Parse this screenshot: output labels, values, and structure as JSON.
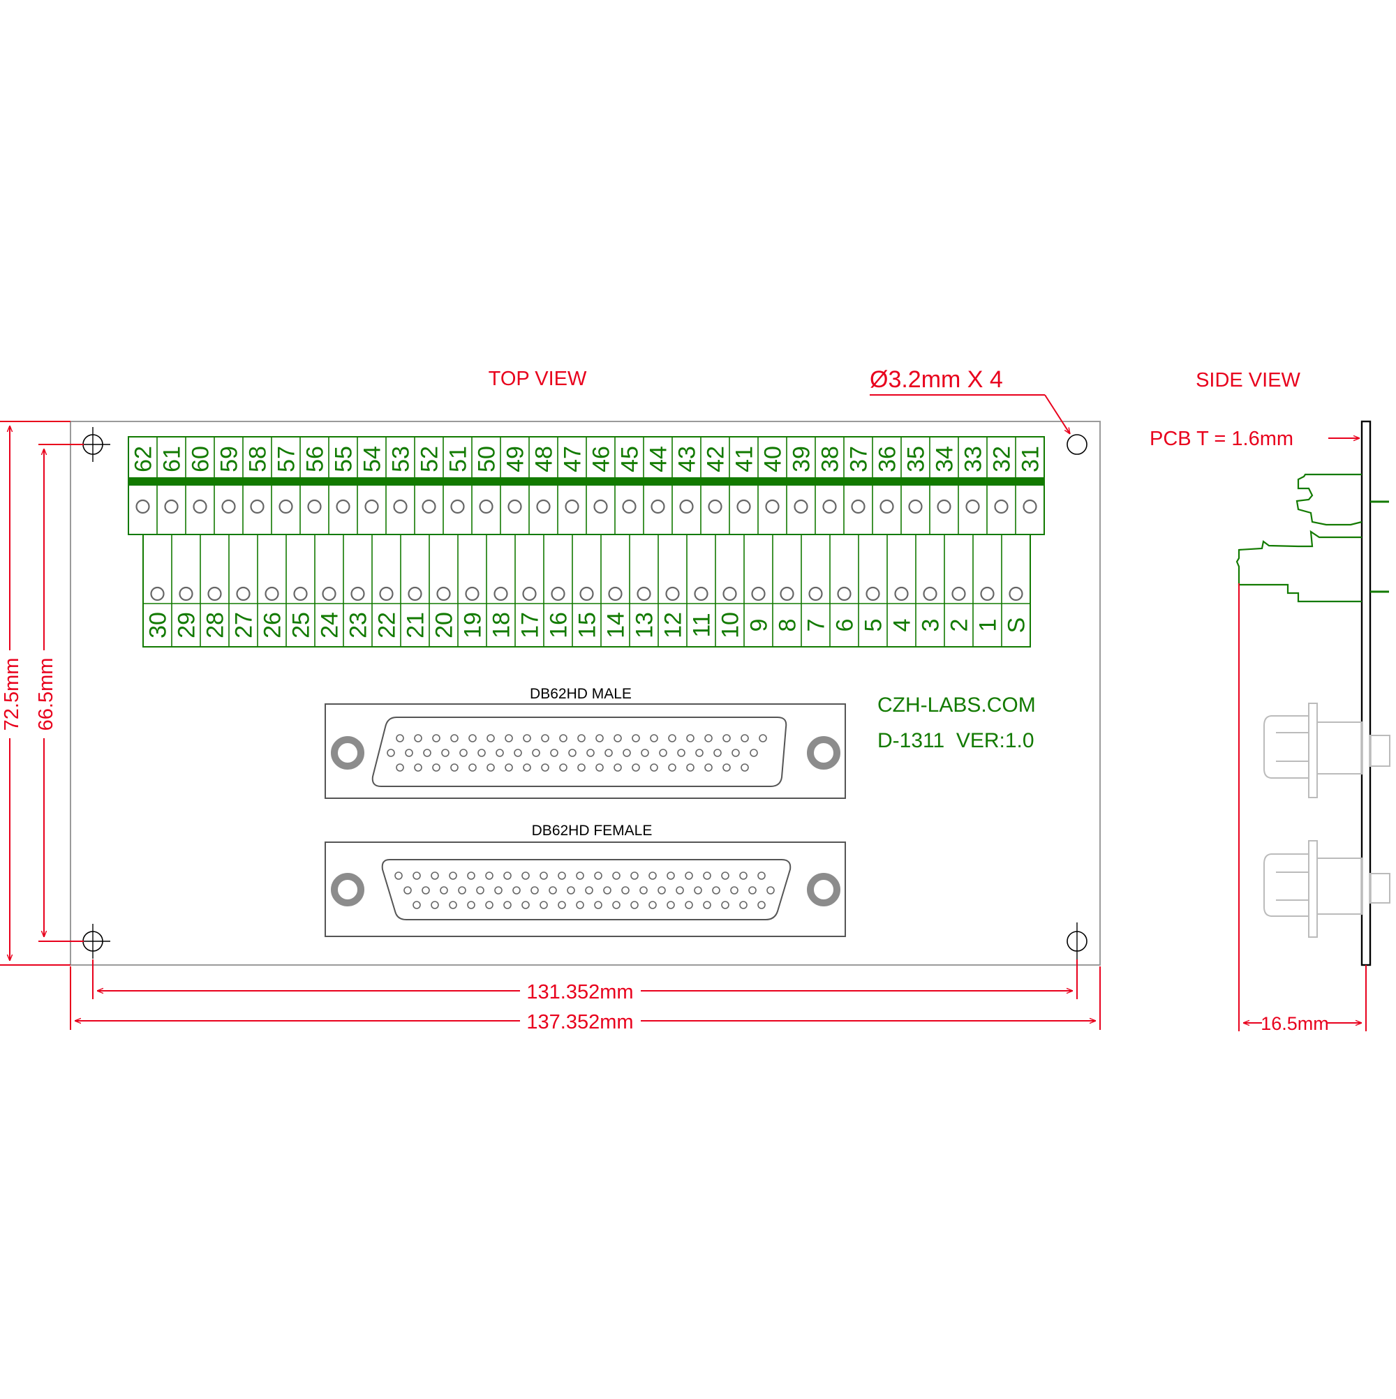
{
  "labels": {
    "top_view": "TOP VIEW",
    "side_view": "SIDE VIEW",
    "hole_spec": "Ø3.2mm X 4",
    "pcb_thickness": "PCB T = 1.6mm",
    "brand": "CZH-LABS.COM",
    "model": "D-1311  VER:1.0",
    "male_connector": "DB62HD MALE",
    "female_connector": "DB62HD FEMALE"
  },
  "dimensions": {
    "height_outer": "72.5mm",
    "height_inner": "66.5mm",
    "width_inner": "131.352mm",
    "width_outer": "137.352mm",
    "side_depth": "16.5mm"
  },
  "terminals": {
    "upper_row": [
      "62",
      "61",
      "60",
      "59",
      "58",
      "57",
      "56",
      "55",
      "54",
      "53",
      "52",
      "51",
      "50",
      "49",
      "48",
      "47",
      "46",
      "45",
      "44",
      "43",
      "42",
      "41",
      "40",
      "39",
      "38",
      "37",
      "36",
      "35",
      "34",
      "33",
      "32",
      "31"
    ],
    "lower_row": [
      "30",
      "29",
      "28",
      "27",
      "26",
      "25",
      "24",
      "23",
      "22",
      "21",
      "20",
      "19",
      "18",
      "17",
      "16",
      "15",
      "14",
      "13",
      "12",
      "11",
      "10",
      "9",
      "8",
      "7",
      "6",
      "5",
      "4",
      "3",
      "2",
      "1",
      "S"
    ]
  },
  "colors": {
    "dimension_red": "#e8001c",
    "terminal_green": "#127a00",
    "outline_gray": "#9a9a9a",
    "mount_hole_gray": "#8c8c8c"
  }
}
